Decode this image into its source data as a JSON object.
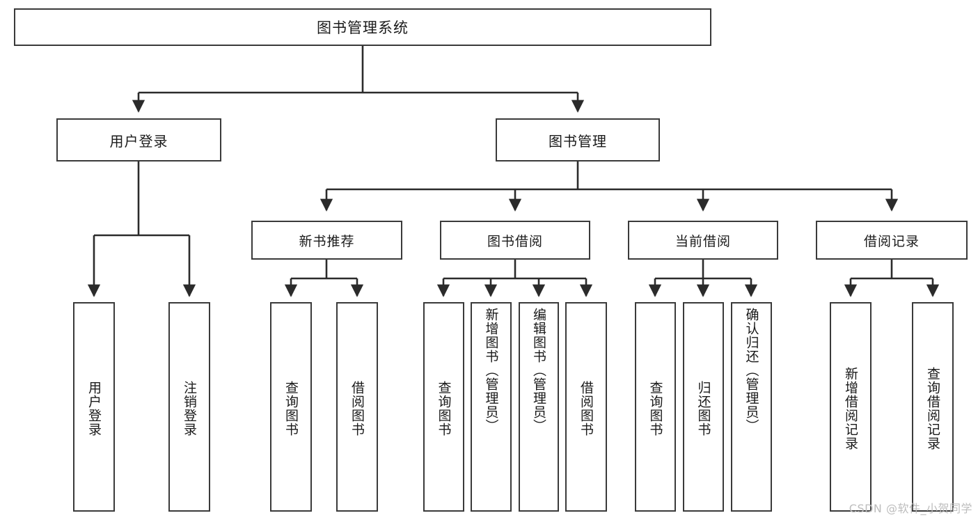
{
  "diagram": {
    "title": "图书管理系统",
    "type": "hierarchy-tree",
    "watermark": "CSDN @软件_小贺同学",
    "colors": {
      "box_border": "#3a3a3a",
      "box_fill": "#ffffff",
      "edge": "#2b2b2b",
      "text": "#1a1a1a",
      "watermark": "#bdbdbd",
      "background": "#ffffff"
    },
    "nodes": {
      "root": {
        "label": "图书管理系统"
      },
      "level2": [
        {
          "id": "user-login",
          "label": "用户登录"
        },
        {
          "id": "book-manage",
          "label": "图书管理"
        }
      ],
      "level3": [
        {
          "id": "new-book-recommend",
          "label": "新书推荐"
        },
        {
          "id": "book-borrow",
          "label": "图书借阅"
        },
        {
          "id": "current-borrow",
          "label": "当前借阅"
        },
        {
          "id": "borrow-record",
          "label": "借阅记录"
        }
      ],
      "leaves": {
        "user-login": [
          {
            "id": "leaf-user-login",
            "label": "用户登录"
          },
          {
            "id": "leaf-logout-login",
            "label": "注销登录"
          }
        ],
        "new-book-recommend": [
          {
            "id": "leaf-query-book-1",
            "label": "查询图书"
          },
          {
            "id": "leaf-borrow-book-1",
            "label": "借阅图书"
          }
        ],
        "book-borrow": [
          {
            "id": "leaf-query-book-2",
            "label": "查询图书"
          },
          {
            "id": "leaf-add-book",
            "label": "新增图书（管理员）"
          },
          {
            "id": "leaf-edit-book",
            "label": "编辑图书（管理员）"
          },
          {
            "id": "leaf-borrow-book-2",
            "label": "借阅图书"
          }
        ],
        "current-borrow": [
          {
            "id": "leaf-query-book-3",
            "label": "查询图书"
          },
          {
            "id": "leaf-return-book",
            "label": "归还图书"
          },
          {
            "id": "leaf-confirm-return",
            "label": "确认归还（管理员）"
          }
        ],
        "borrow-record": [
          {
            "id": "leaf-add-record",
            "label": "新增借阅记录"
          },
          {
            "id": "leaf-query-record",
            "label": "查询借阅记录"
          }
        ]
      }
    }
  }
}
